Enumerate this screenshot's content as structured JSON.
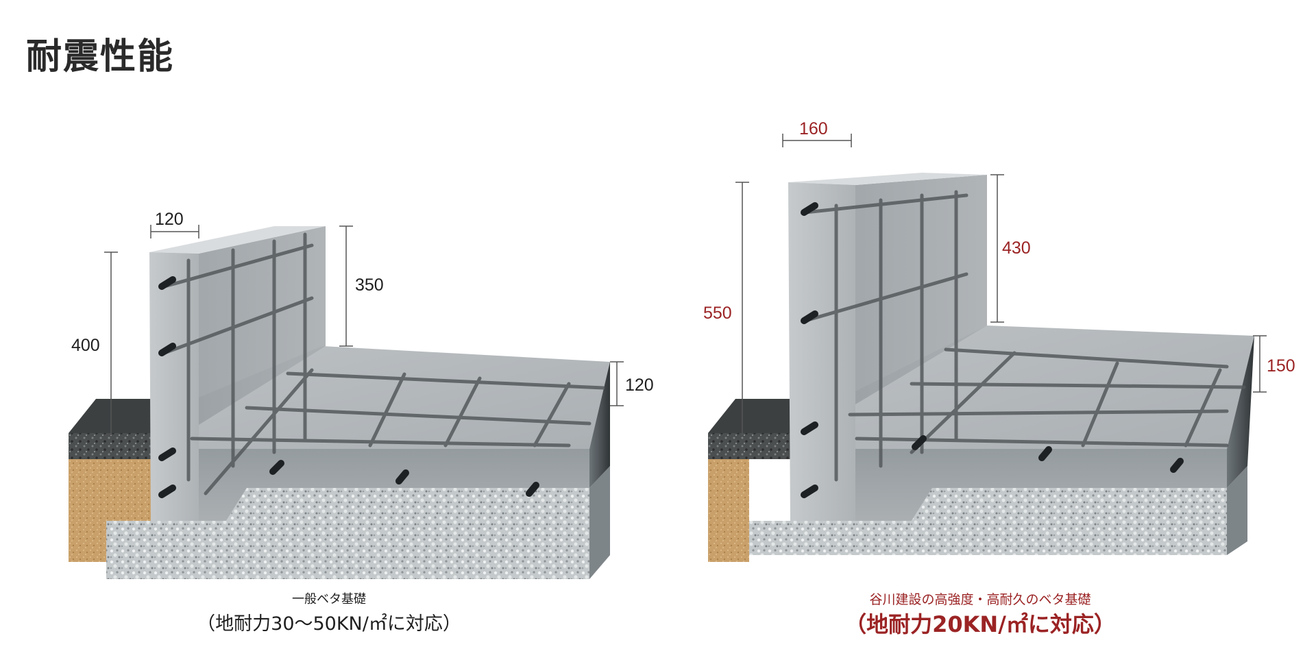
{
  "title": "耐震性能",
  "colors": {
    "accent_red": "#9b2324",
    "text_dark": "#1f1f1f",
    "concrete": "#b8bcbd",
    "sand": "#c9a06a"
  },
  "diagrams": [
    {
      "name": "一般ベタ基礎",
      "capacity": "（地耐力30〜50KN/㎡に対応）",
      "dims": {
        "wall_width": "120",
        "total_height": "400",
        "wall_height": "350",
        "slab_thickness": "120"
      }
    },
    {
      "name": "谷川建設の高強度・高耐久のベタ基礎",
      "capacity": "（地耐力20KN/㎡に対応）",
      "dims": {
        "wall_width": "160",
        "total_height": "550",
        "wall_height": "430",
        "slab_thickness": "150"
      }
    }
  ]
}
